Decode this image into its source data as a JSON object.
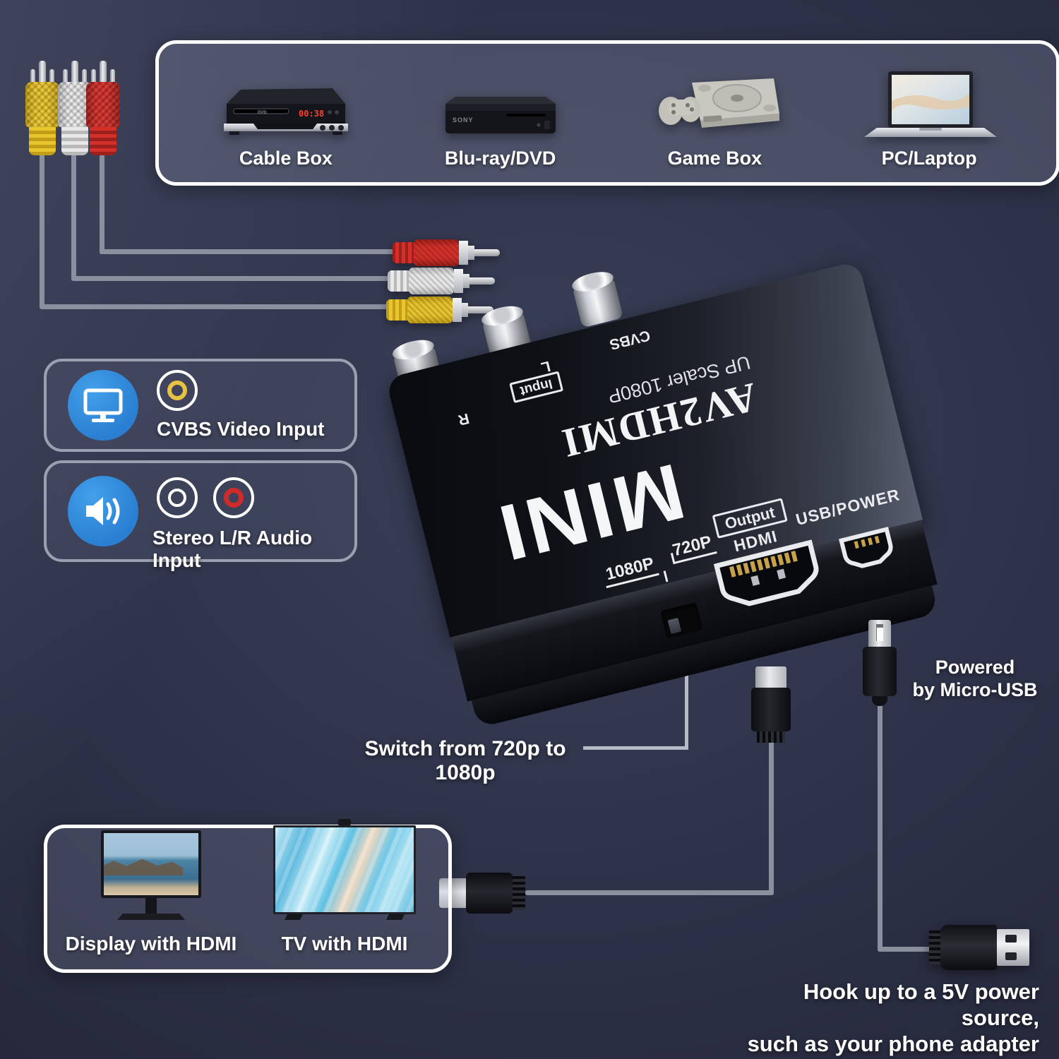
{
  "source_panel": {
    "devices": [
      {
        "label": "Cable Box",
        "display_text": "00:38"
      },
      {
        "label": "Blu-ray/DVD",
        "brand_text": "SONY"
      },
      {
        "label": "Game Box"
      },
      {
        "label": "PC/Laptop"
      }
    ]
  },
  "input_legend": {
    "video": {
      "label": "CVBS Video Input"
    },
    "audio": {
      "label": "Stereo L/R Audio Input"
    }
  },
  "converter": {
    "brand": "AV2HDMI",
    "subtitle": "UP Scaler 1080P",
    "logo": "MINI",
    "labels": {
      "right": "R",
      "left": "L",
      "input": "Input",
      "cvbs": "CVBS",
      "res_high": "1080P",
      "res_low": "720P",
      "output": "Output",
      "hdmi": "HDMI",
      "usb_power": "USB/POWER"
    }
  },
  "callouts": {
    "switch_note": "Switch from 720p to 1080p",
    "power_note_line1": "Powered",
    "power_note_line2": "by Micro-USB",
    "hookup_line1": "Hook up to a 5V power source,",
    "hookup_line2": "such as your phone adapter"
  },
  "output_panel": {
    "displays": [
      {
        "label": "Display with HDMI"
      },
      {
        "label": "TV with HDMI"
      }
    ]
  },
  "colors": {
    "rca_yellow": "#e9c52e",
    "rca_yellow_dark": "#c29d17",
    "rca_white": "#e8e8e8",
    "rca_white_dark": "#b9b9ba",
    "rca_red": "#d4302a",
    "rca_red_dark": "#9c201b",
    "accent_blue": "#2e87da",
    "cable": "#8b909e",
    "jack_yellow": "#e7c243",
    "jack_red": "#cf2b2b"
  }
}
